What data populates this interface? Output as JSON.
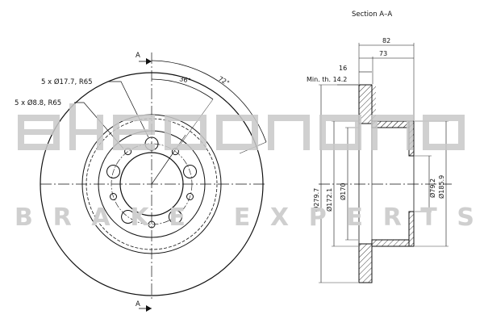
{
  "section_title": "Section A–A",
  "cut_mark_top": "A",
  "cut_mark_bottom": "A",
  "front_view": {
    "hole_large": "5 x Ø17.7, R65",
    "hole_small": "5 x Ø8.8, R65",
    "angle_1": "36°",
    "angle_2": "72°"
  },
  "section_view": {
    "width_total": "82",
    "width_hat": "73",
    "thickness": "16",
    "min_thickness": "Min. th. 14.2",
    "d_outer": "Ø279.7",
    "d_1": "Ø172.1",
    "d_2": "Ø170",
    "d_hub": "Ø79.2",
    "d_hat": "Ø185.9"
  },
  "watermark": {
    "logo": "akebono",
    "tagline": "BRAKE EXPERTS"
  },
  "colors": {
    "line": "#111111",
    "hatch": "#111111",
    "watermark": "#c8c8c8"
  }
}
